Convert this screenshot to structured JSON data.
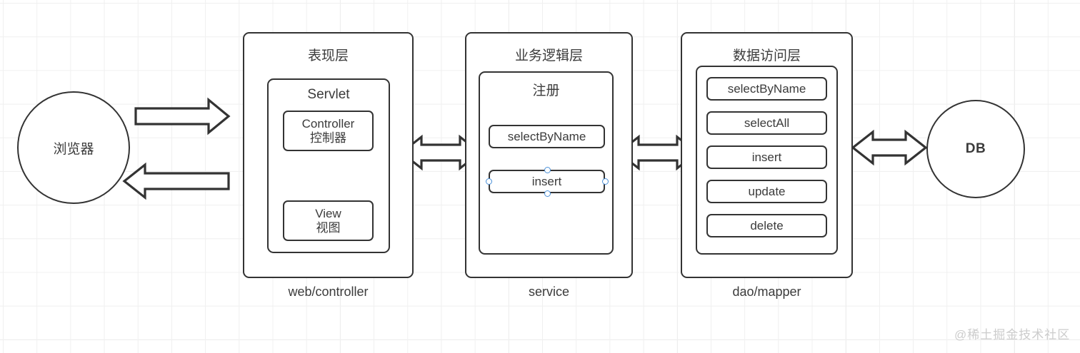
{
  "diagram": {
    "title_internal": "three-tier-architecture",
    "browser": {
      "label": "浏览器"
    },
    "db": {
      "label": "DB"
    },
    "watermark": "@稀土掘金技术社区",
    "layers": [
      {
        "id": "presentation",
        "title": "表现层",
        "caption": "web/controller",
        "inner": {
          "title": "Servlet",
          "items": [
            {
              "line1": "Controller",
              "line2": "控制器"
            },
            {
              "line1": "View",
              "line2": "视图"
            }
          ]
        }
      },
      {
        "id": "business",
        "title": "业务逻辑层",
        "caption": "service",
        "inner": {
          "title": "注册",
          "items": [
            {
              "line1": "selectByName",
              "selected": false
            },
            {
              "line1": "insert",
              "selected": true
            }
          ]
        }
      },
      {
        "id": "dao",
        "title": "数据访问层",
        "caption": "dao/mapper",
        "inner": {
          "title": "",
          "items": [
            {
              "line1": "selectByName"
            },
            {
              "line1": "selectAll"
            },
            {
              "line1": "insert"
            },
            {
              "line1": "update"
            },
            {
              "line1": "delete"
            }
          ]
        }
      }
    ],
    "connectors": [
      {
        "id": "browser-to-web",
        "kind": "arrow-right"
      },
      {
        "id": "web-to-browser",
        "kind": "arrow-left"
      },
      {
        "id": "web-service",
        "kind": "arrow-bidirectional"
      },
      {
        "id": "service-dao",
        "kind": "arrow-bidirectional"
      },
      {
        "id": "dao-db",
        "kind": "arrow-bidirectional"
      },
      {
        "id": "controller-to-view",
        "kind": "arrow-down"
      }
    ],
    "colors": {
      "stroke": "#333333",
      "text": "#3b3b3b",
      "grid_minor": "#f0f0f0",
      "grid_major": "#e6e6e6",
      "selection_handle": "#4a90d9",
      "watermark": "#cccccc",
      "background": "#ffffff"
    }
  }
}
